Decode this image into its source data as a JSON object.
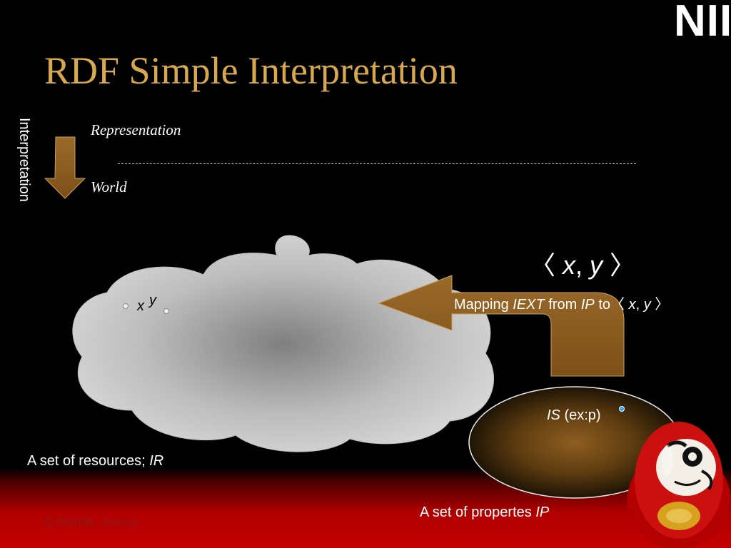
{
  "slide": {
    "title": "RDF Simple Interpretation",
    "logo_text": "NII",
    "interpretation_label": "Interpretation",
    "representation_label": "Representation",
    "world_label": "World",
    "pair_open": "〈 ",
    "pair_x": "x",
    "pair_comma": ", ",
    "pair_y": "y",
    "pair_close": " 〉",
    "mapping_prefix": "Mapping ",
    "mapping_iext": "IEXT",
    "mapping_from": " from ",
    "mapping_ip": "IP",
    "mapping_to": " to〈 ",
    "mapping_x": "x",
    "mapping_comma": ", ",
    "mapping_y": "y",
    "mapping_close": " 〉",
    "resource_x": "x",
    "resource_y": "y",
    "is_label": "IS",
    "is_value": " (ex:p)",
    "resources_text": "A set of resources; ",
    "resources_ir": "IR",
    "properties_text": "A set of propertes ",
    "properties_ip": "IP",
    "footer": "ELW2009, Jenova"
  },
  "colors": {
    "title": "#d8a84e",
    "arrow_fill": "#8b5a1e",
    "cloud_edge": "#d4d4d4",
    "cloud_center": "#7a7a7a",
    "oval_center": "#8a5a1c",
    "oval_edge": "#1a1000",
    "dot_blue": "#2aa0ff",
    "red_band": "#c40000"
  }
}
